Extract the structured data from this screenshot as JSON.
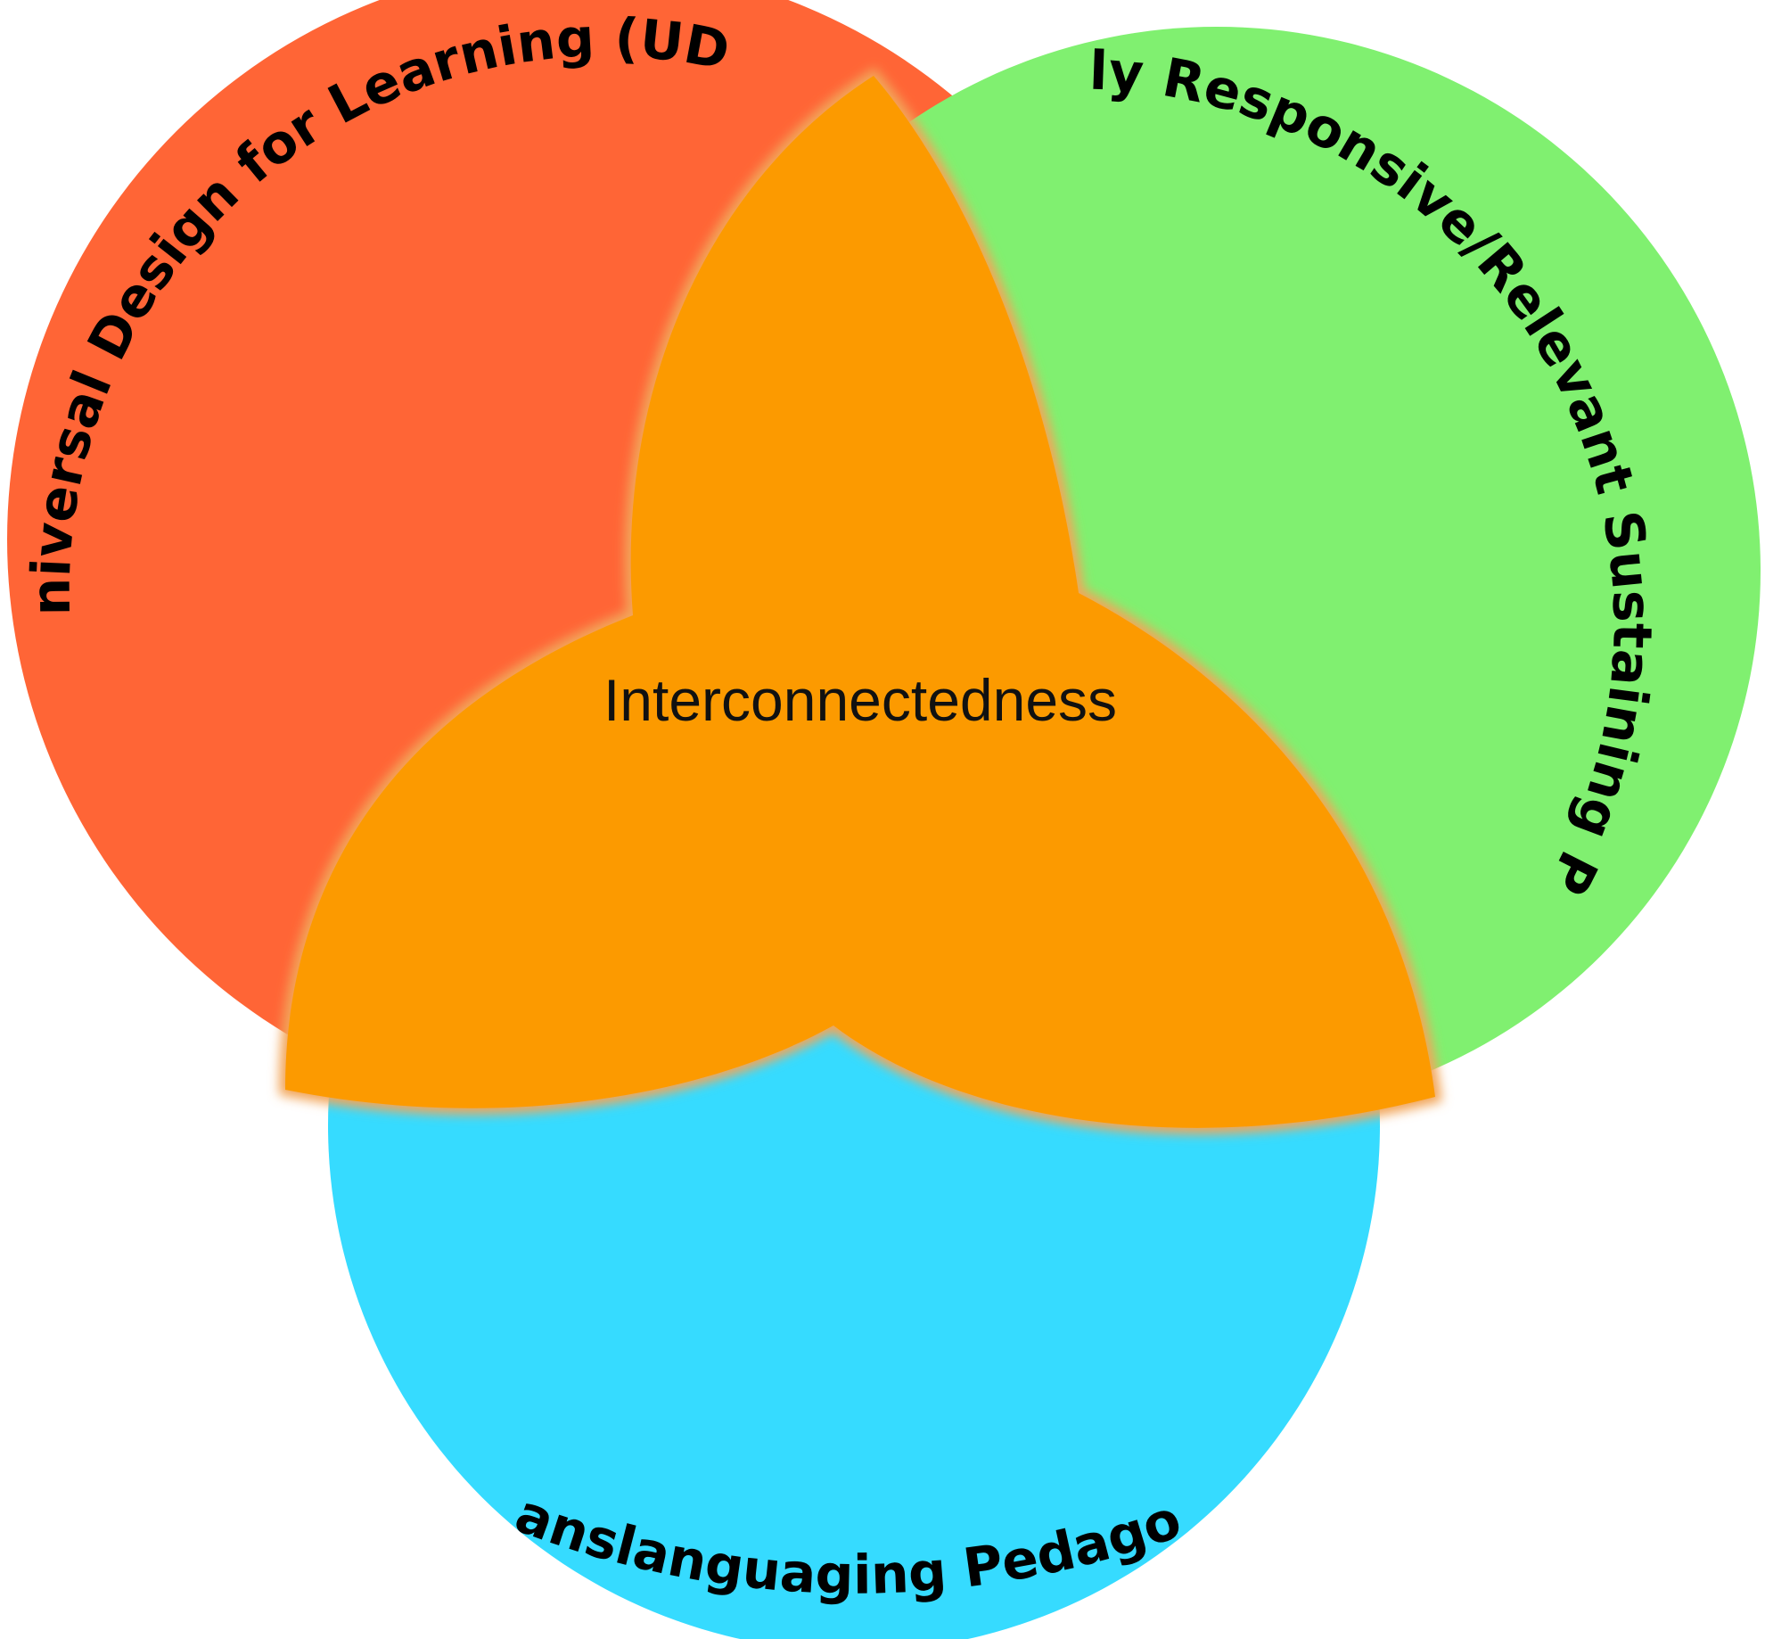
{
  "diagram": {
    "circles": [
      {
        "id": "udl",
        "label": "Universal Design for Learning (UDL)",
        "color": "#FF6536"
      },
      {
        "id": "crp",
        "label": "Culturally Responsive/Relevant Sustaining Pedagogy",
        "color": "#80F070"
      },
      {
        "id": "tp",
        "label": "Translanguaging Pedagogy",
        "color": "#36DBFF"
      }
    ],
    "center": {
      "label": "Interconnectedness",
      "color": "#FC9A00",
      "glow_color": "#F2A65A"
    }
  }
}
